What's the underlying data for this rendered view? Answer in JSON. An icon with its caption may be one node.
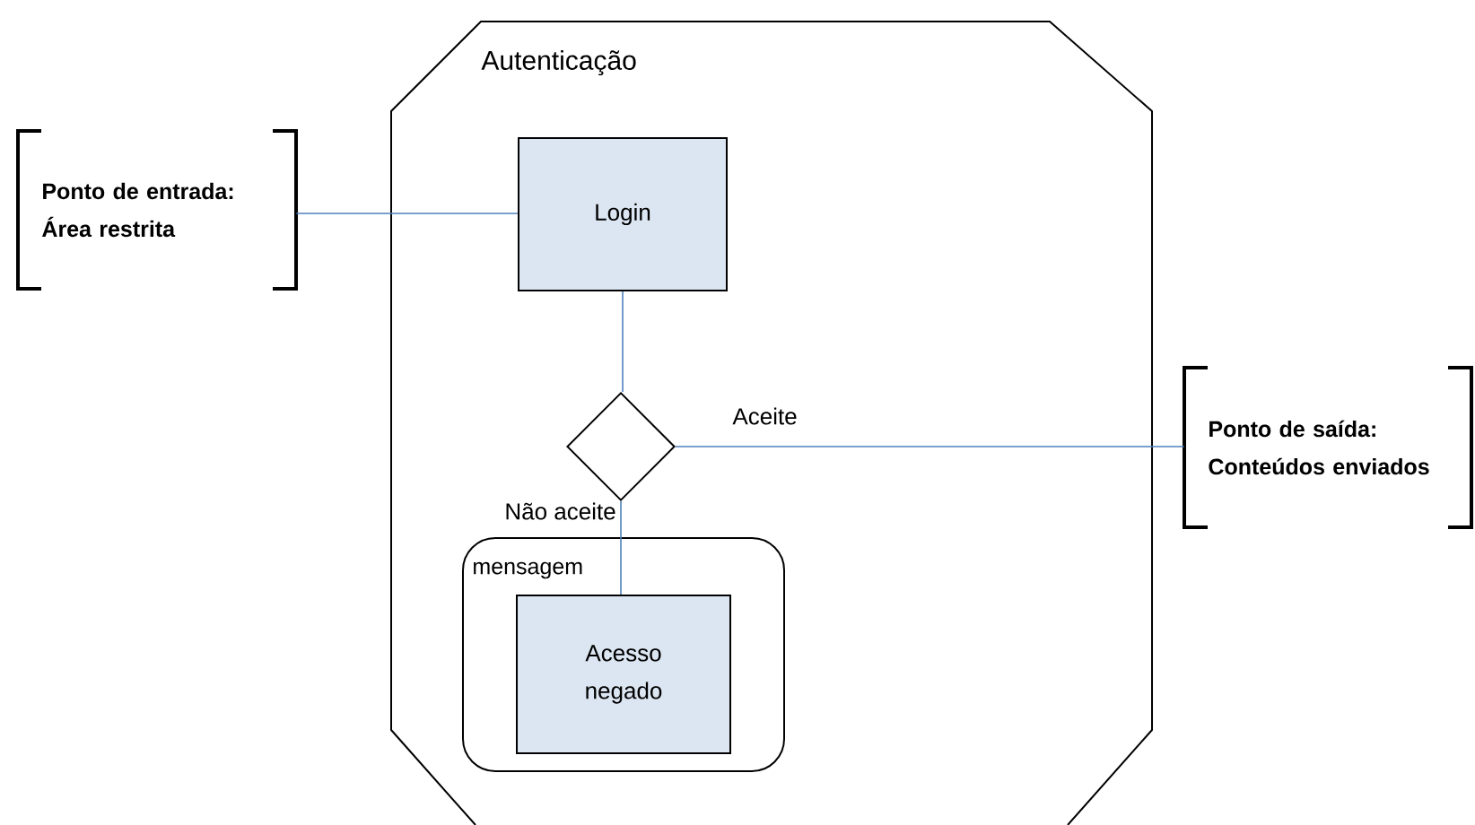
{
  "diagram": {
    "nodes": [
      {
        "text": [
          "Autenticação"
        ]
      },
      {
        "text": [
          "Ponto de entrada: Área restrita"
        ]
      },
      {
        "text": [
          "Login"
        ],
        "in": 0
      },
      {
        "text": [],
        "shape": "diamond",
        "in": 0
      },
      {
        "text": [
          "mensagem"
        ],
        "in": 0
      },
      {
        "text": [
          "Acesso negado"
        ],
        "in": 4
      },
      {
        "text": [
          "Ponto de saída: Conteúdos enviados"
        ]
      }
    ],
    "edges": [
      {
        "from": 1,
        "to": 2,
        "arrow": "none"
      },
      {
        "from": 2,
        "to": 3,
        "arrow": "none"
      },
      {
        "from": 3,
        "to": 6,
        "arrow": "none",
        "label": "Aceite"
      },
      {
        "from": 3,
        "to": 5,
        "arrow": "none",
        "label": "Não aceite"
      }
    ]
  }
}
